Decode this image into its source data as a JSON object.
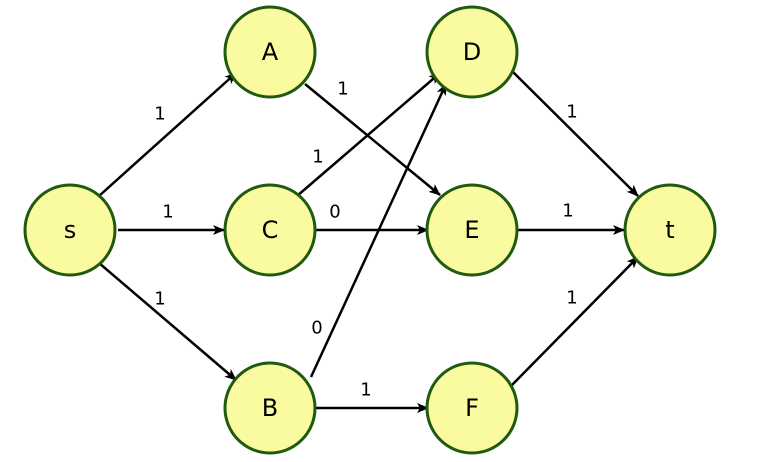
{
  "graph": {
    "nodes": [
      {
        "id": "s",
        "label": "s"
      },
      {
        "id": "A",
        "label": "A"
      },
      {
        "id": "C",
        "label": "C"
      },
      {
        "id": "B",
        "label": "B"
      },
      {
        "id": "D",
        "label": "D"
      },
      {
        "id": "E",
        "label": "E"
      },
      {
        "id": "F",
        "label": "F"
      },
      {
        "id": "t",
        "label": "t"
      }
    ],
    "edges": [
      {
        "from": "s",
        "to": "A",
        "label": "1"
      },
      {
        "from": "s",
        "to": "C",
        "label": "1"
      },
      {
        "from": "s",
        "to": "B",
        "label": "1"
      },
      {
        "from": "A",
        "to": "E",
        "label": "1"
      },
      {
        "from": "C",
        "to": "D",
        "label": "1"
      },
      {
        "from": "C",
        "to": "E",
        "label": "0"
      },
      {
        "from": "B",
        "to": "D",
        "label": "0"
      },
      {
        "from": "B",
        "to": "F",
        "label": "1"
      },
      {
        "from": "D",
        "to": "t",
        "label": "1"
      },
      {
        "from": "E",
        "to": "t",
        "label": "1"
      },
      {
        "from": "F",
        "to": "t",
        "label": "1"
      }
    ]
  },
  "colors": {
    "node_fill": "#fafaa0",
    "node_stroke": "#1f5a0e",
    "edge": "#000000"
  }
}
